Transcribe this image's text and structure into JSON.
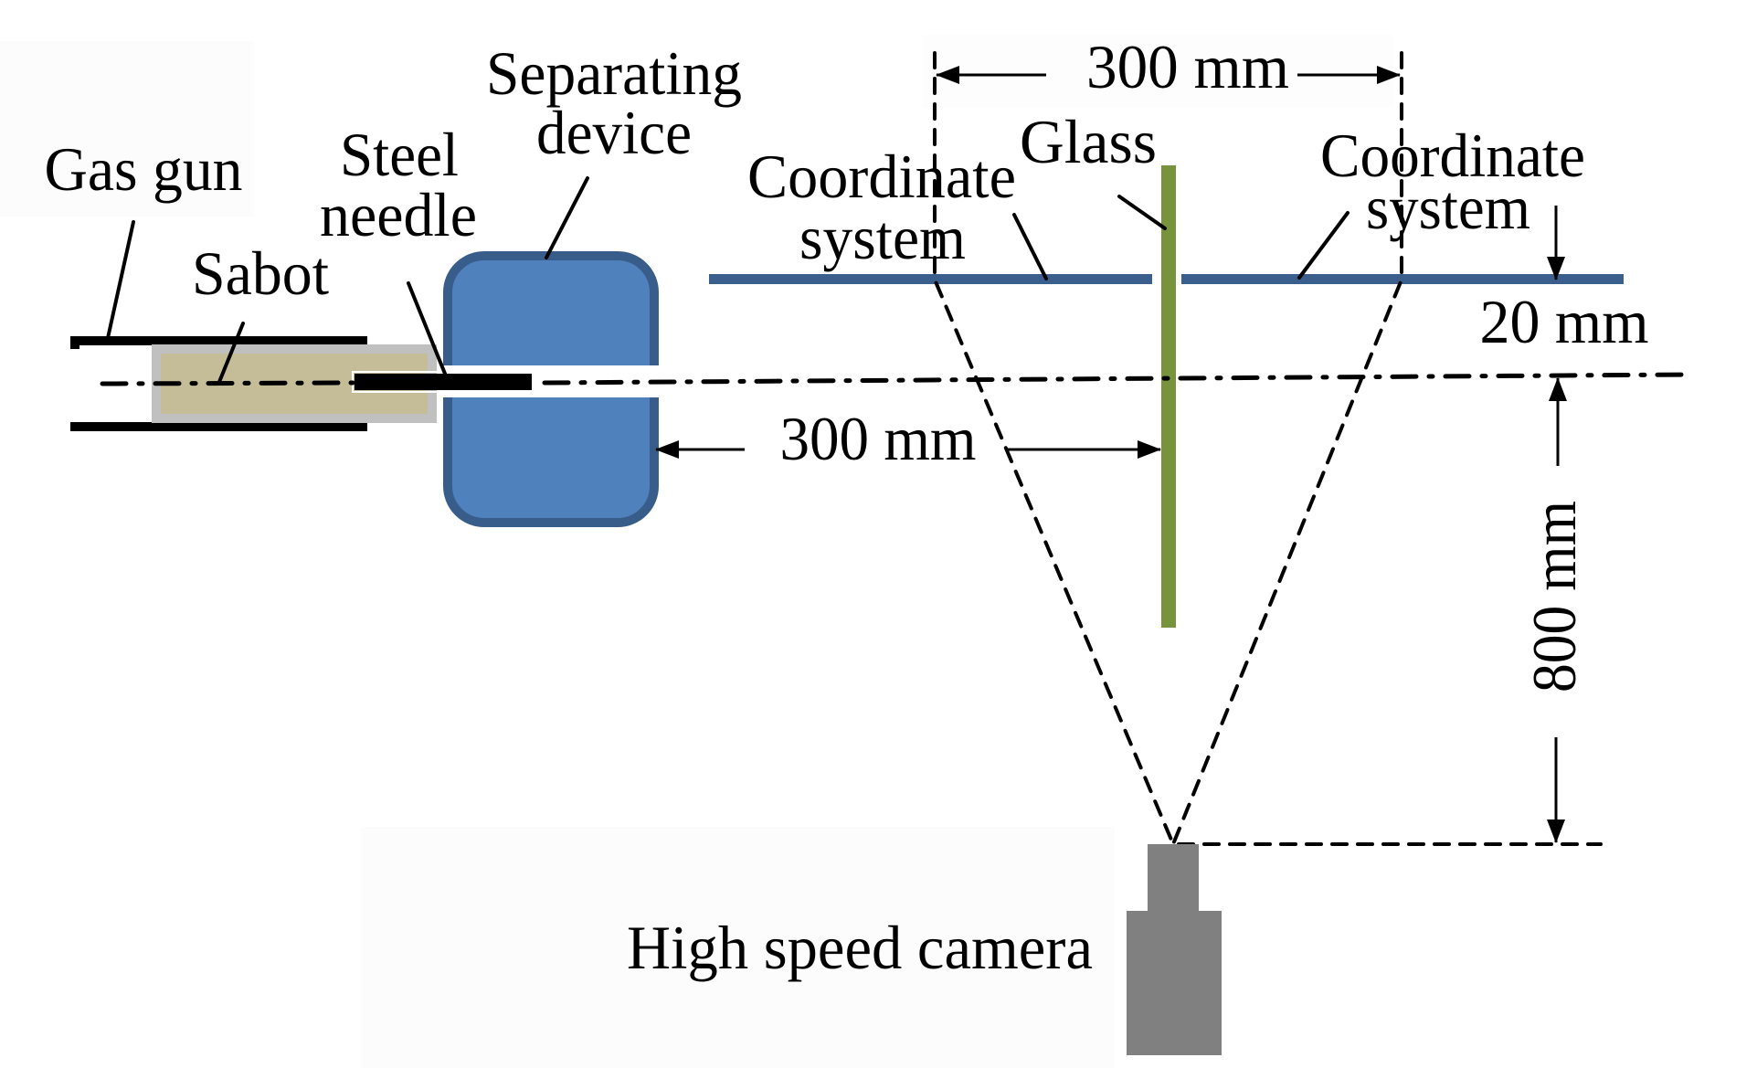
{
  "figure": {
    "type": "experimental-setup-schematic",
    "labels": {
      "gas_gun": "Gas gun",
      "sabot": "Sabot",
      "steel_needle_line1": "Steel",
      "steel_needle_line2": "needle",
      "separating_device_line1": "Separating",
      "separating_device_line2": "device",
      "coordinate_left_line1": "Coordinate",
      "coordinate_left_line2": "system",
      "glass": "Glass",
      "coordinate_right_line1": "Coordinate",
      "coordinate_right_line2": "system",
      "high_speed_camera": "High speed camera"
    },
    "dimensions": {
      "field_of_view_width": "300 mm",
      "device_to_glass": "300 mm",
      "coordinate_offset": "20 mm",
      "camera_distance": "800 mm"
    },
    "colors": {
      "separating_device_fill": "#4f81bd",
      "separating_device_border": "#385d8a",
      "coordinate_bar": "#3a5f8c",
      "glass": "#77933c",
      "sabot_outer": "#c0c0c0",
      "sabot_inner": "#c4bd97",
      "camera": "#808080",
      "barrel": "#000000"
    }
  }
}
